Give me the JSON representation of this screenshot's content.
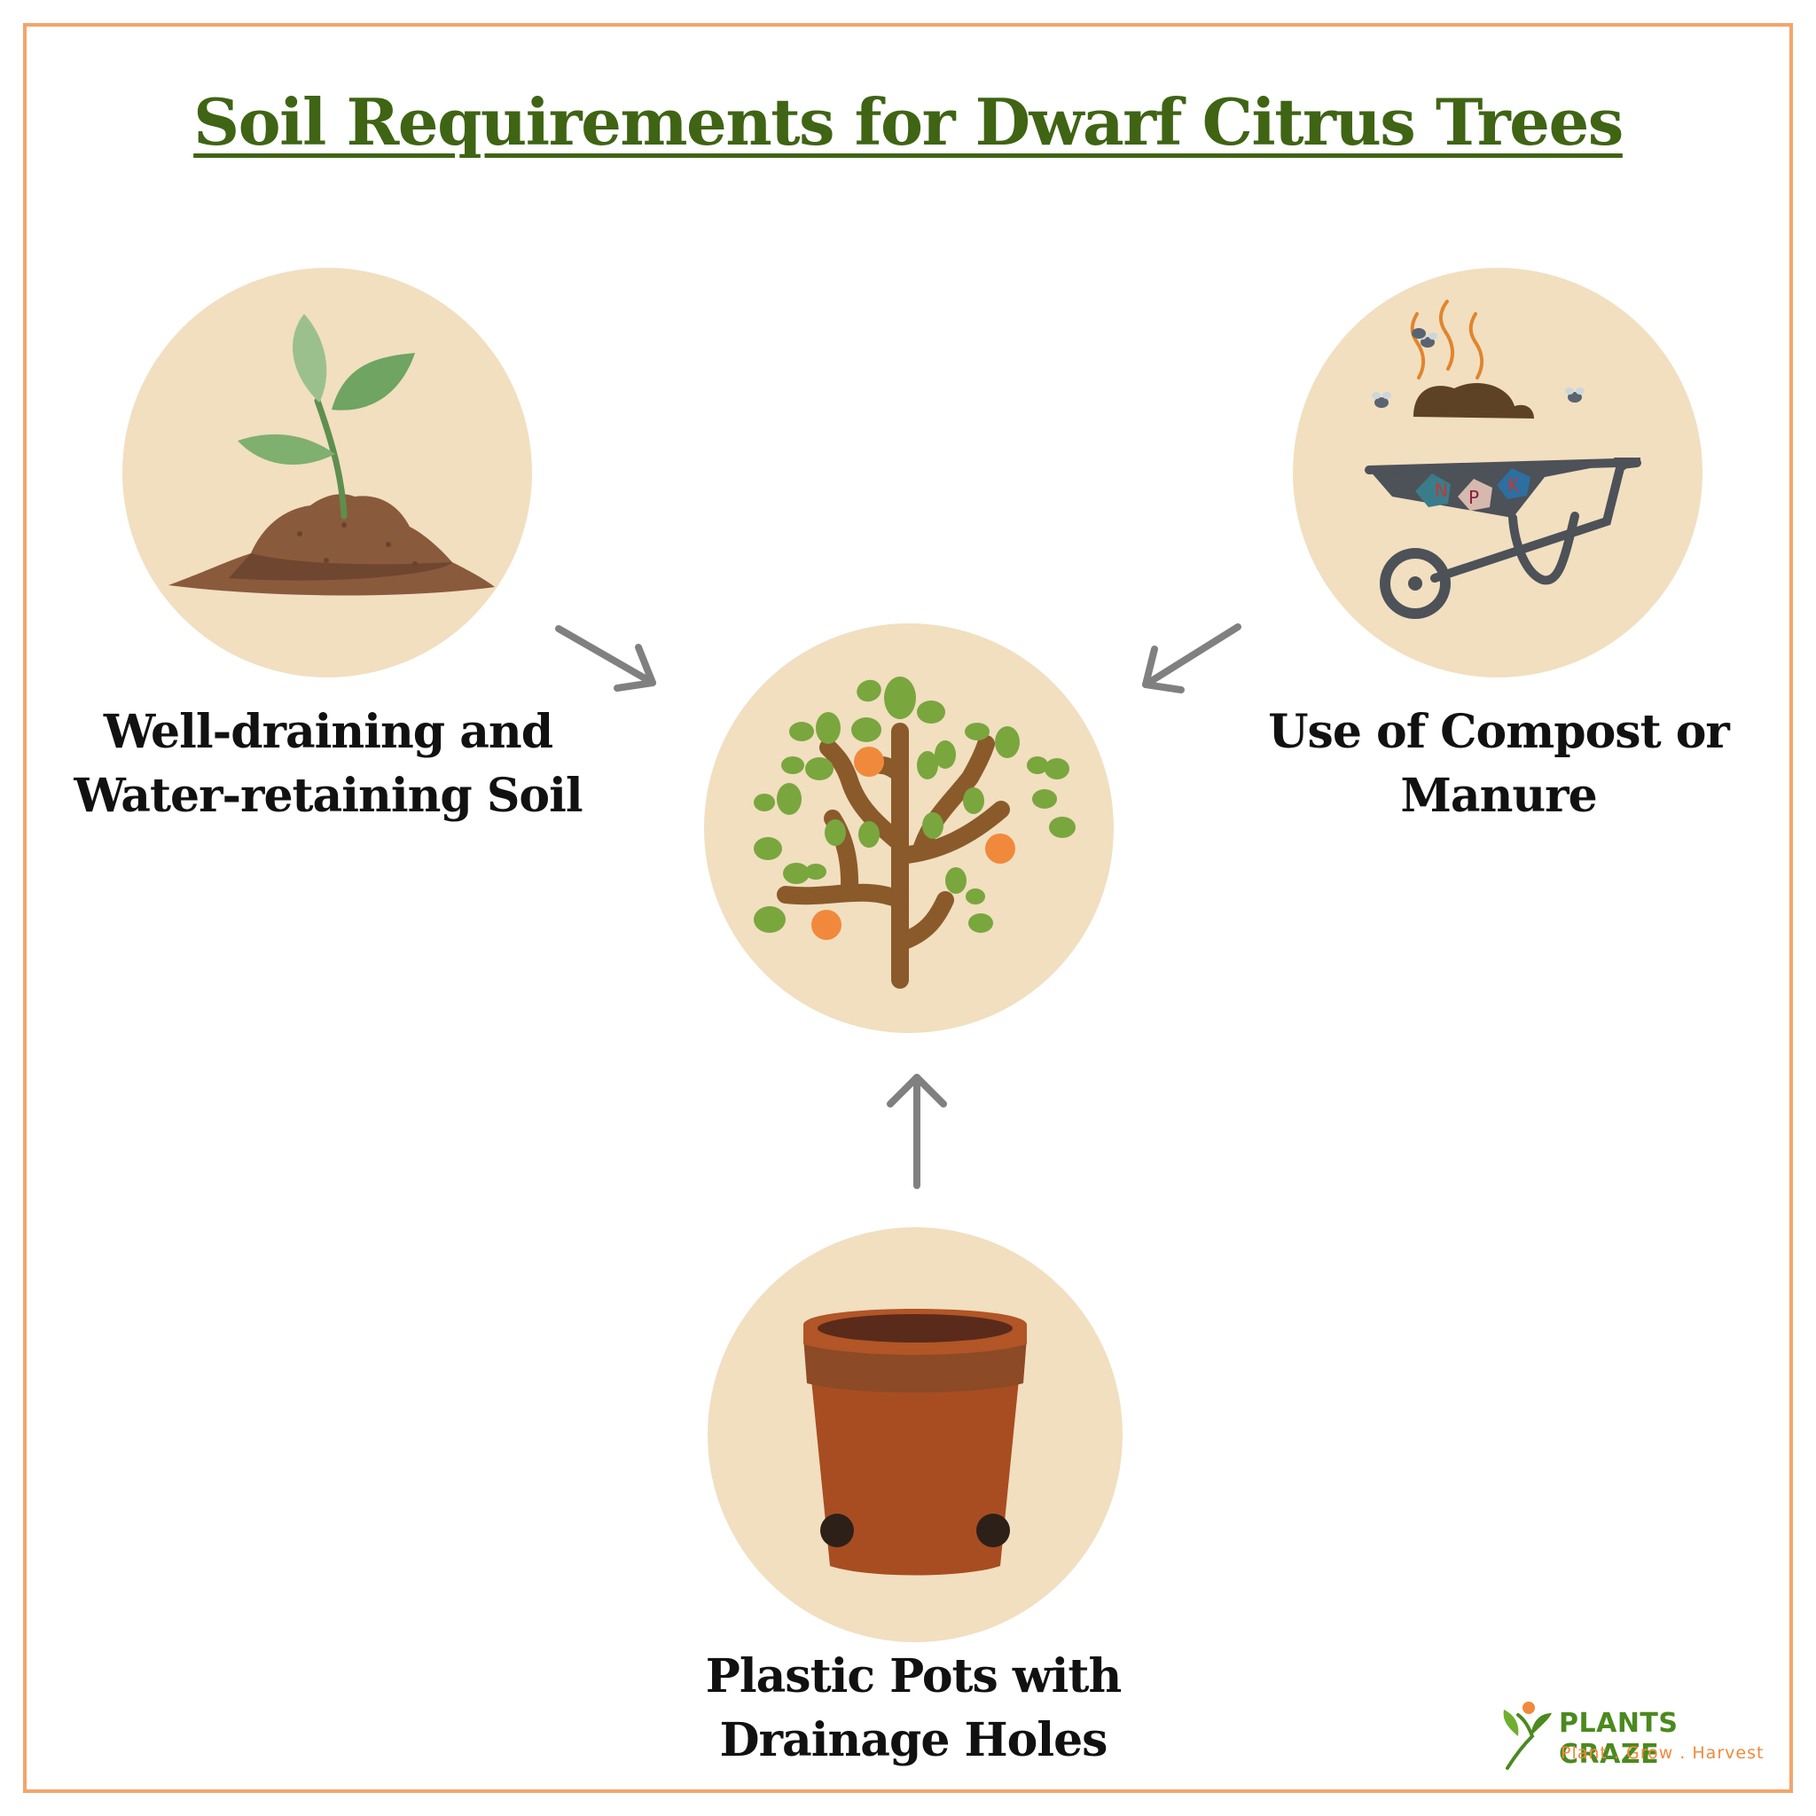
{
  "title": "Soil Requirements for Dwarf Citrus Trees",
  "nodes": {
    "soil": {
      "line1": "Well-draining and",
      "line2": "Water-retaining Soil"
    },
    "compost": {
      "line1": "Use of Compost or",
      "line2": "Manure",
      "npk": {
        "n": "N",
        "p": "P",
        "k": "K"
      }
    },
    "pot": {
      "line1": "Plastic Pots with",
      "line2": "Drainage Holes"
    }
  },
  "brand": {
    "name": "PLANTS CRAZE",
    "tagline": "Plant . Grow . Harvest"
  },
  "colors": {
    "border": "#f3a56a",
    "title": "#3f6414",
    "circle_fill": "#f1dfc0",
    "arrow": "#808080",
    "brand_green": "#4b8a1f",
    "brand_orange": "#f08a3c"
  },
  "icons": {
    "center": "citrus-tree-icon",
    "soil": "seedling-soil-icon",
    "compost": "wheelbarrow-compost-icon",
    "pot": "pot-with-drainage-icon"
  }
}
